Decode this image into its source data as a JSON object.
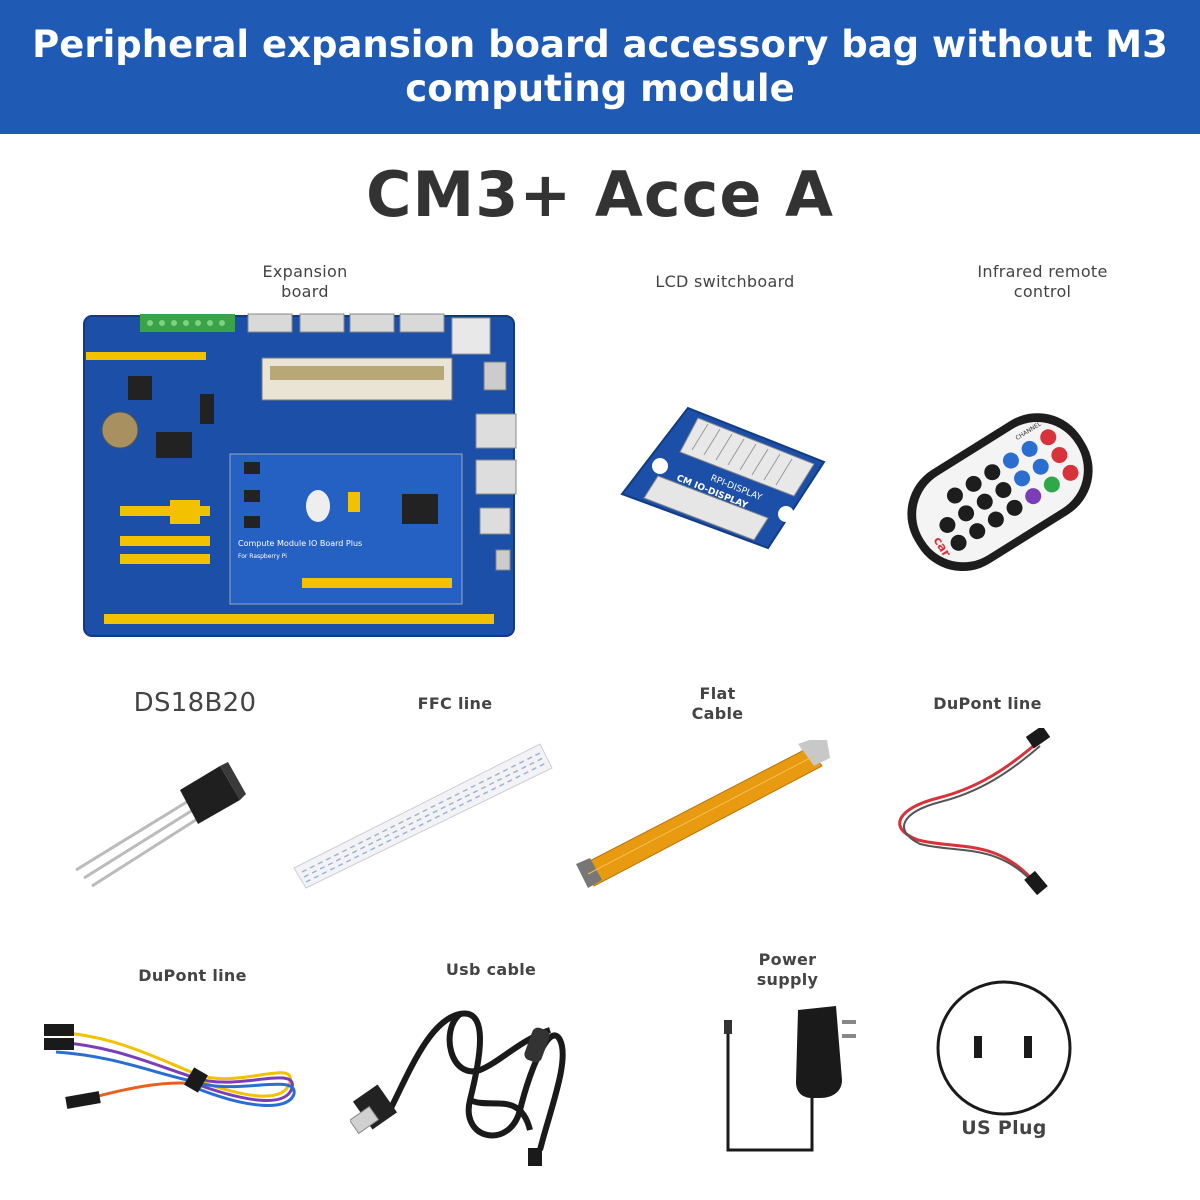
{
  "banner": {
    "line1": "Peripheral expansion board accessory bag without M3",
    "line2": "computing module"
  },
  "product_name": "CM3+ Acce A",
  "items": {
    "expansion_board": {
      "label_line1": "Expansion",
      "label_line2": "board",
      "board_text": "Compute Module IO Board Plus",
      "board_subtext": "For Raspberry Pi"
    },
    "lcd_switchboard": {
      "label": "LCD switchboard",
      "board_text": "RPI-DISPLAY",
      "board_text2": "CM IO-DISPLAY"
    },
    "ir_remote": {
      "label_line1": "Infrared remote",
      "label_line2": "control",
      "brand": "car",
      "channel_label": "CHANNEL"
    },
    "ds18b20": {
      "label": "DS18B20"
    },
    "ffc_line": {
      "label": "FFC line"
    },
    "flat_cable": {
      "label_line1": "Flat",
      "label_line2": "Cable"
    },
    "dupont_line_1": {
      "label": "DuPont line"
    },
    "dupont_line_2": {
      "label": "DuPont line"
    },
    "usb_cable": {
      "label": "Usb cable"
    },
    "power_supply": {
      "label_line1": "Power",
      "label_line2": "supply"
    },
    "us_plug": {
      "label": "US Plug"
    }
  },
  "colors": {
    "banner_bg": "#1f5bb5",
    "board_blue": "#1c4fa8",
    "header_yellow": "#f2c200",
    "remote_red": "#d8323a",
    "remote_blue": "#2a6fd0",
    "remote_green": "#2fa84a",
    "remote_purple": "#7a3fb8",
    "cable_orange": "#e89a10"
  }
}
